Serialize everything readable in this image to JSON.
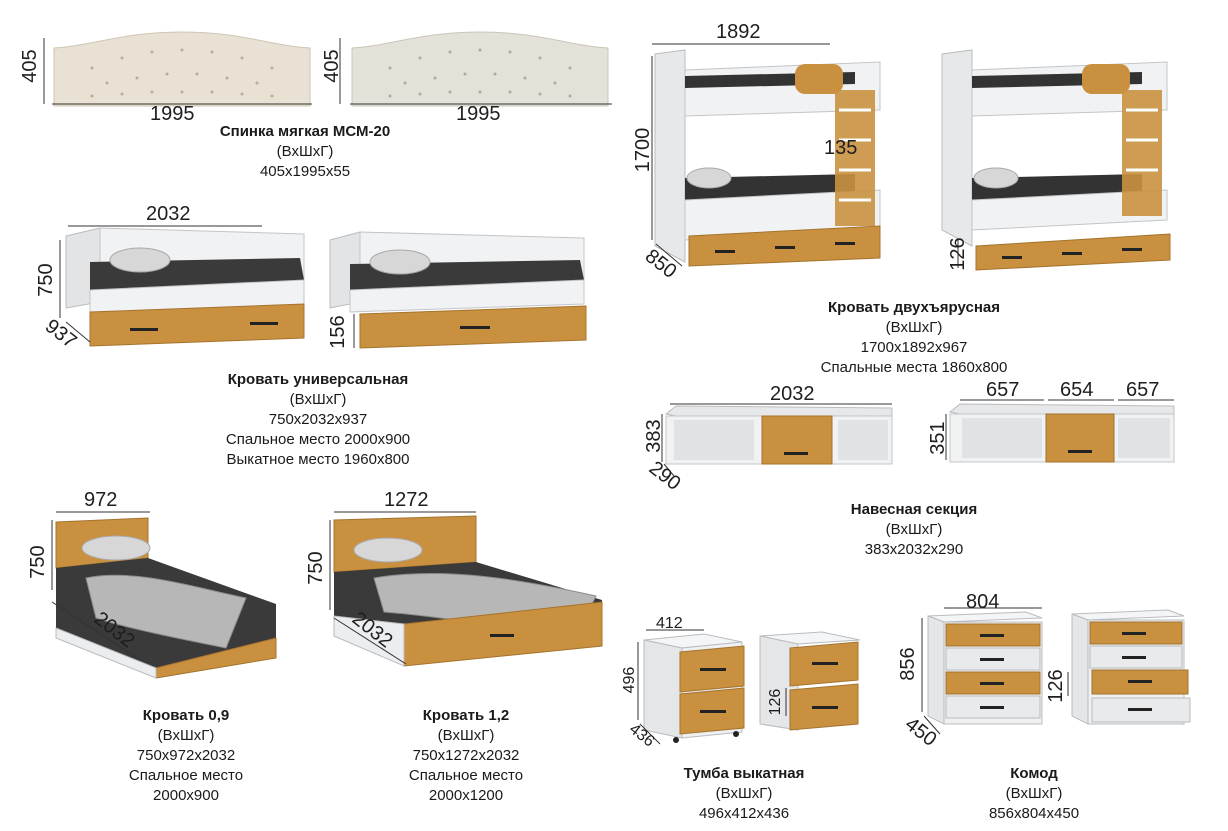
{
  "headboard": {
    "height": "405",
    "width_a": "1995",
    "width_b": "1995",
    "title": "Спинка мягкая МСМ-20",
    "dims_label": "(ВхШхГ)",
    "dims": "405х1995х55",
    "color_a": "#e9e1d3",
    "color_b": "#e3e1d8"
  },
  "universal_bed": {
    "width": "2032",
    "height": "750",
    "depth": "937",
    "drawer_h": "156",
    "title": "Кровать универсальная",
    "dims_label": "(ВхШхГ)",
    "dims": "750х2032х937",
    "sleep": "Спальное место 2000х900",
    "pullout": "Выкатное место 1960х800"
  },
  "bunk_bed": {
    "width": "1892",
    "height": "1700",
    "depth": "850",
    "ladder": "135",
    "drawer_h": "126",
    "title": "Кровать двухъярусная",
    "dims_label": "(ВхШхГ)",
    "dims": "1700х1892х967",
    "sleep": "Спальные места 1860х800"
  },
  "wall_section": {
    "width": "2032",
    "height": "383",
    "depth": "290",
    "w1": "657",
    "w2": "654",
    "w3": "657",
    "height_b": "351",
    "title": "Навесная секция",
    "dims_label": "(ВхШхГ)",
    "dims": "383х2032х290"
  },
  "bed_09": {
    "width": "972",
    "height": "750",
    "length": "2032",
    "title": "Кровать 0,9",
    "dims_label": "(ВхШхГ)",
    "dims": "750х972х2032",
    "sleep_l1": "Спальное место",
    "sleep_l2": "2000х900"
  },
  "bed_12": {
    "width": "1272",
    "height": "750",
    "length": "2032",
    "title": "Кровать 1,2",
    "dims_label": "(ВхШхГ)",
    "dims": "750х1272х2032",
    "sleep_l1": "Спальное место",
    "sleep_l2": "2000х1200"
  },
  "nightstand": {
    "width": "412",
    "height": "496",
    "depth": "436",
    "drawer_h": "126",
    "title": "Тумба выкатная",
    "dims_label": "(ВхШхГ)",
    "dims": "496х412х436"
  },
  "dresser": {
    "width": "804",
    "height": "856",
    "depth": "450",
    "drawer_h": "126",
    "title": "Комод",
    "dims_label": "(ВхШхГ)",
    "dims": "856х804х450"
  },
  "colors": {
    "oak": "#c9913f",
    "white": "#eef0f2",
    "mattress": "#3a3a3a",
    "dim_line": "#333333"
  }
}
